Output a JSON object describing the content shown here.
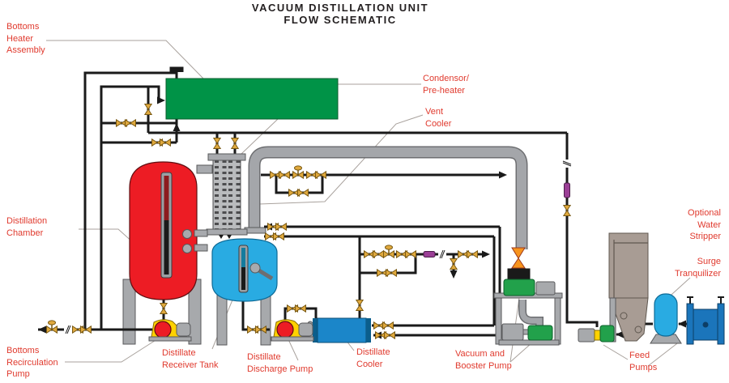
{
  "title": {
    "line1": "VACUUM DISTILLATION UNIT",
    "line2": "FLOW SCHEMATIC"
  },
  "labels": {
    "bottoms_heater_assembly": "Bottoms\nHeater\nAssembly",
    "condensor_preheater": "Condensor/\nPre-heater",
    "vent_cooler": "Vent\nCooler",
    "distillation_chamber": "Distillation\nChamber",
    "optional_water_stripper": "Optional\nWater\nStripper",
    "surge_tranquilizer": "Surge\nTranquilizer",
    "bottoms_recirculation_pump": "Bottoms\nRecirculation\nPump",
    "distillate_receiver_tank": "Distillate\nReceiver Tank",
    "distillate_discharge_pump": "Distillate\nDischarge Pump",
    "distillate_cooler": "Distillate\nCooler",
    "vacuum_booster_pump": "Vacuum and\nBooster Pump",
    "feed_pumps": "Feed\nPumps"
  },
  "equipment": [
    {
      "name": "bottoms-heater-assembly",
      "shape": "horizontal rectangle",
      "color": "#009347"
    },
    {
      "name": "distillation-chamber",
      "shape": "vertical vessel with sight glass",
      "color": "#ed1c24"
    },
    {
      "name": "condensor-preheater",
      "shape": "hatched vertical column",
      "color": "#b9bbbd"
    },
    {
      "name": "vent-cooler",
      "shape": "large gray pipe loop",
      "color": "#a4a6aa"
    },
    {
      "name": "distillate-receiver-tank",
      "shape": "vertical vessel with sight glass",
      "color": "#29abe2"
    },
    {
      "name": "distillate-cooler",
      "shape": "horizontal shell",
      "color": "#1b86c9"
    },
    {
      "name": "bottoms-recirculation-pump",
      "shape": "centrifugal pump",
      "color": "#ffd200"
    },
    {
      "name": "distillate-discharge-pump",
      "shape": "centrifugal pump",
      "color": "#ffd200"
    },
    {
      "name": "vacuum-and-booster-pump",
      "shape": "two pumps on stand",
      "color": "#22a14b"
    },
    {
      "name": "optional-water-stripper",
      "shape": "tank with funnel bottom",
      "color": "#a89c94"
    },
    {
      "name": "surge-tranquilizer",
      "shape": "vertical capsule",
      "color": "#29abe2"
    },
    {
      "name": "feed-pumps",
      "shape": "green pump and blue pump",
      "color": "#1b75bb"
    }
  ],
  "colors": {
    "label_red": "#e03a2e",
    "leader_gray": "#a9a29d",
    "pipe_black": "#1a1a1a",
    "pipe_gray": "#a4a6aa",
    "valve_gold": "#e0a93e",
    "inline_device_purple": "#9b3f96",
    "vent_valve_orange": "#f7941d",
    "pump_red": "#ed1c24",
    "pump_yellow": "#ffd200",
    "title_black": "#231f20"
  }
}
